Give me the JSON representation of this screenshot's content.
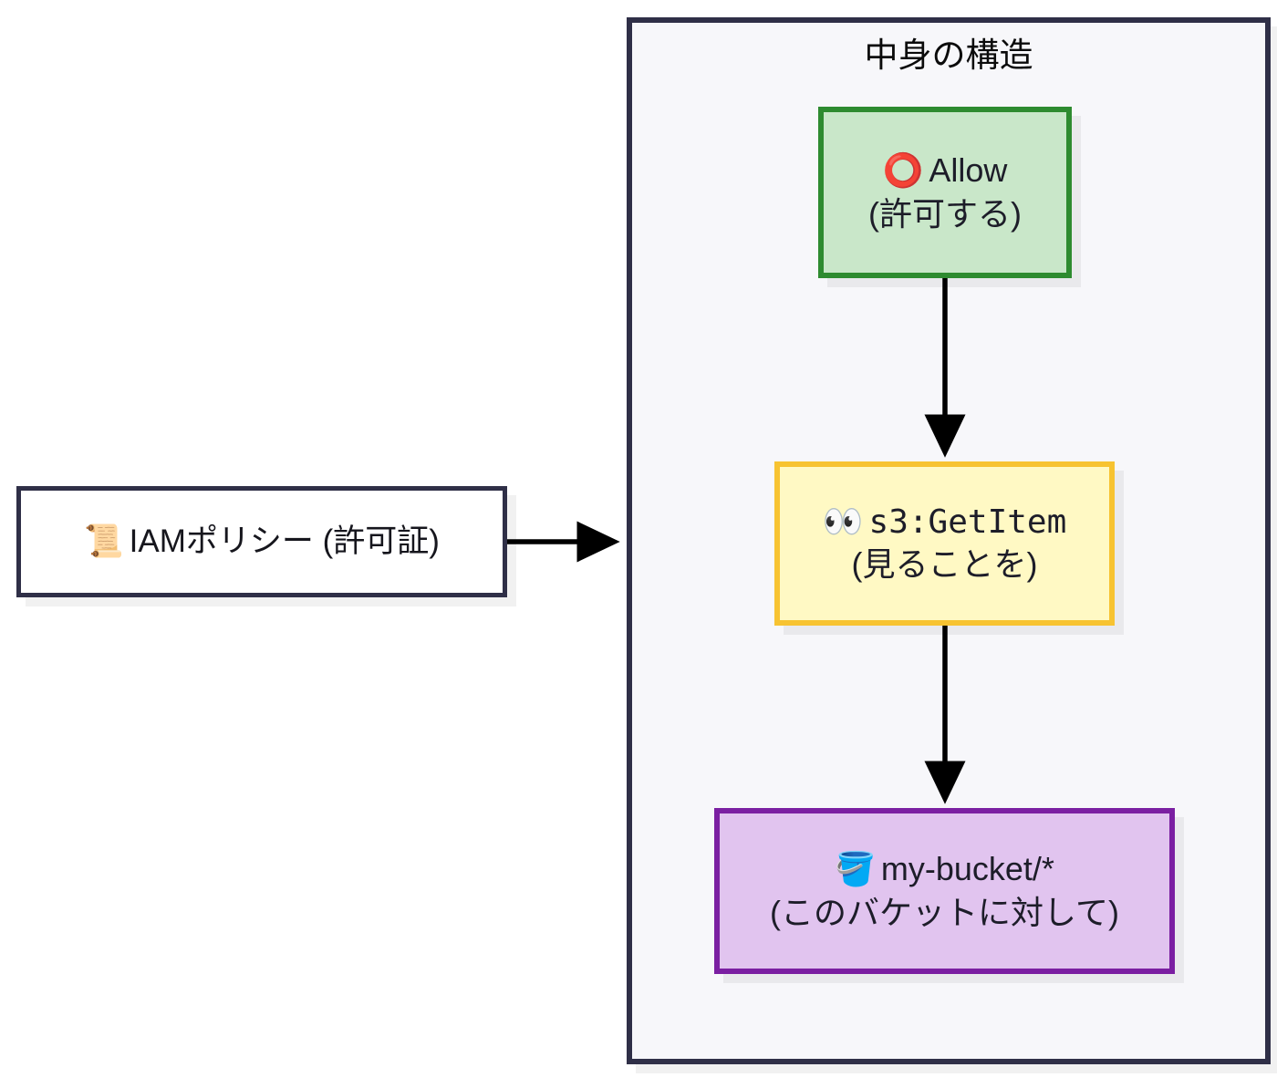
{
  "diagram": {
    "type": "flowchart",
    "direction": "left-to-right then top-to-bottom",
    "background": "#ffffff"
  },
  "subgraph": {
    "title": "中身の構造",
    "border_color": "#2f2f47",
    "fill_color": "#f7f7fa"
  },
  "nodes": {
    "iam_policy": {
      "icon": "scroll-emoji",
      "icon_glyph": "📜",
      "line1": "IAMポリシー (許可証)",
      "border_color": "#2f2f47",
      "fill_color": "#ffffff"
    },
    "allow": {
      "icon": "hollow-red-circle-emoji",
      "icon_glyph": "⭕",
      "line1": "Allow",
      "line2": "(許可する)",
      "border_color": "#2e8b30",
      "fill_color": "#c9e7c9"
    },
    "action": {
      "icon": "eyes-emoji",
      "icon_glyph": "👀",
      "line1": "s3:GetItem",
      "line2": "(見ることを)",
      "border_color": "#f7c331",
      "fill_color": "#fff9c4"
    },
    "resource": {
      "icon": "bucket-emoji",
      "icon_glyph": "🪣",
      "line1": "my-bucket/*",
      "line2": "(このバケットに対して)",
      "border_color": "#7b1fa2",
      "fill_color": "#e1c4ef"
    }
  },
  "edges": [
    {
      "from": "iam_policy",
      "to": "allow",
      "label": "",
      "orientation": "horizontal"
    },
    {
      "from": "allow",
      "to": "action",
      "label": "",
      "orientation": "vertical"
    },
    {
      "from": "action",
      "to": "resource",
      "label": "",
      "orientation": "vertical"
    }
  ]
}
